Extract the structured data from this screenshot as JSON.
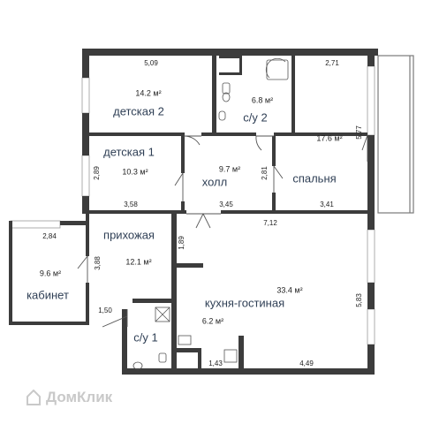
{
  "rooms": {
    "detskaya2": {
      "name": "детская 2",
      "area": "14.2 м²"
    },
    "su2": {
      "name": "с/у 2",
      "area": "6.8 м²"
    },
    "spalnya": {
      "name": "спальня",
      "area": "17.6 м²"
    },
    "detskaya1": {
      "name": "детская 1",
      "area": "10.3 м²"
    },
    "holl": {
      "name": "холл",
      "area": "9.7 м²"
    },
    "prihozhaya": {
      "name": "прихожая",
      "area": "12.1 м²"
    },
    "kabinet": {
      "name": "кабинет",
      "area": "9.6 м²"
    },
    "kuhnya": {
      "name": "кухня-гостиная",
      "area": "33.4 м²"
    },
    "su1": {
      "name": "с/у 1",
      "area": "6.2 м²"
    }
  },
  "dims": {
    "d509": "5,09",
    "d271": "2,71",
    "d577": "5,77",
    "d289": "2,89",
    "d281": "2,81",
    "d358": "3,58",
    "d345": "3,45",
    "d341": "3,41",
    "d712": "7,12",
    "d284": "2,84",
    "d388": "3,88",
    "d189": "1,89",
    "d583": "5,83",
    "d150": "1,50",
    "d143": "1,43",
    "d449": "4,49"
  },
  "watermark": "ДомКлик",
  "colors": {
    "wall": "#3c3c3c",
    "text": "#2f3f55",
    "window": "#bfbfbf"
  }
}
